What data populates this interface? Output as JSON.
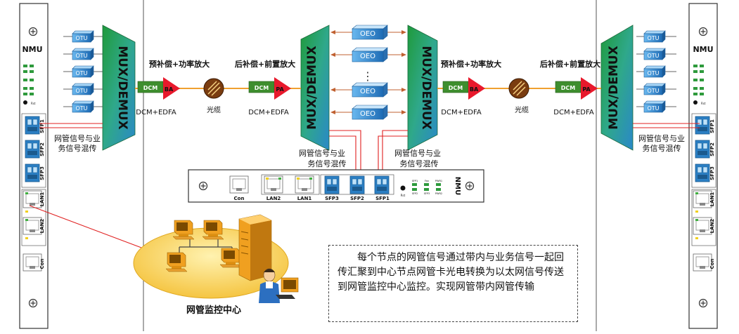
{
  "labels": {
    "nmu": "NMU",
    "mux_demux": "MUX/DEMUX",
    "otu": "OTU",
    "oeo": "OEO",
    "dcm": "DCM",
    "ba": "BA",
    "pa": "PA",
    "precomp_power_amp": "预补偿+功率放大",
    "postcomp_preamp": "后补偿+前置放大",
    "dcm_edfa": "DCM+EDFA",
    "fiber_cable": "光缆",
    "mixed_signal_line1": "网管信号与业",
    "mixed_signal_line2": "务信号混传",
    "mixed_signal_center_line1": "网管信号与业",
    "mixed_signal_center_line2": "务信号混传",
    "ellipsis_vertical": "⋮",
    "sfp1": "SFP1",
    "sfp2": "SFP2",
    "sfp3": "SFP3",
    "lan1": "LAN1",
    "lan2": "LAN2",
    "con": "Con",
    "rst": "Rst",
    "led_sfp1": "SFP1",
    "led_sfp2": "SFP2",
    "led_sfp3": "SFP3",
    "led_fan": "Fan",
    "led_pwr1": "PWR1",
    "led_pwr2": "PWR2",
    "nms_center": "网管监控中心"
  },
  "description": "每个节点的网管信号通过带内与业务信号一起回传汇聚到中心节点网管卡光电转换为以太网信号传送到网管监控中心监控。实现网管带内网管传输",
  "colors": {
    "mux_green": "#1f9a3c",
    "mux_blue": "#2a88c8",
    "otu_blue": "#2f82c8",
    "dcm_green": "#3e8e2e",
    "amp_red": "#e8192c",
    "fiber_orange": "#f0a030",
    "link_red": "#e02020",
    "sfp_blue": "#2b7fc4"
  }
}
